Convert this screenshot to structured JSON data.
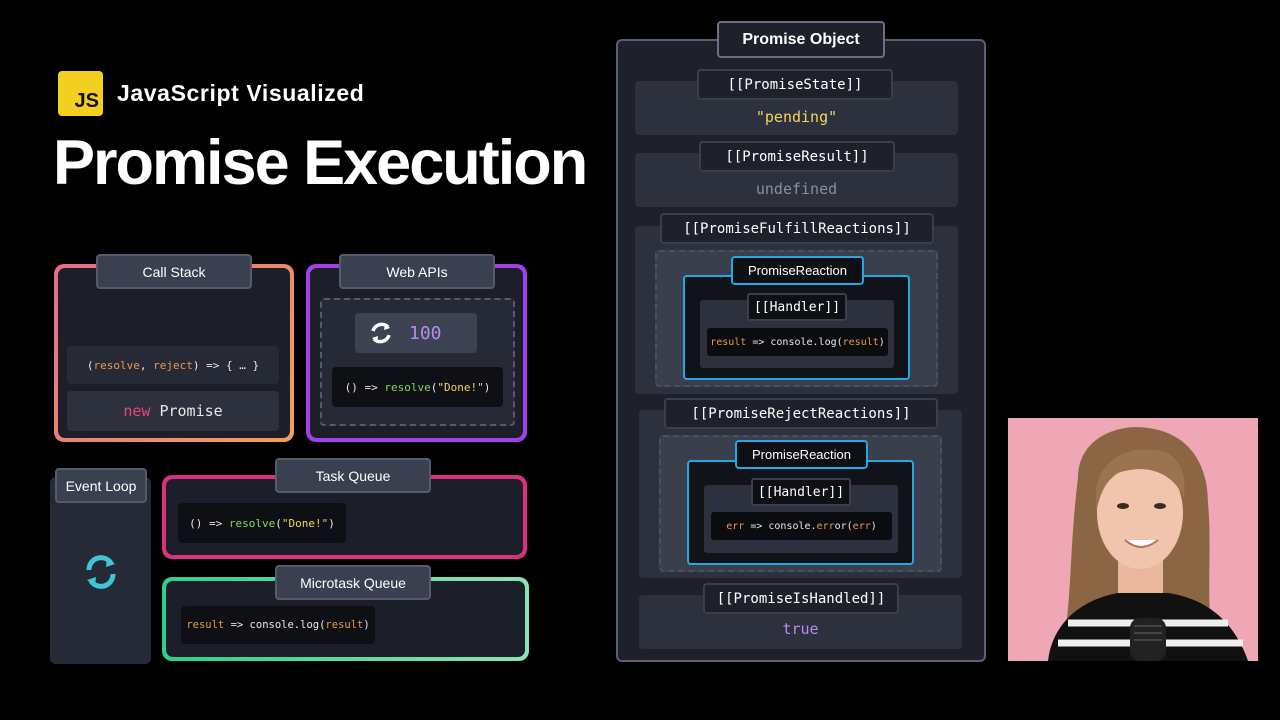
{
  "brand": {
    "logo": "JS",
    "name": "JavaScript Visualized"
  },
  "title": "Promise Execution",
  "call_stack": {
    "label": "Call Stack",
    "frames": [
      {
        "parts": [
          {
            "t": "(",
            "c": ""
          },
          {
            "t": "resolve",
            "c": "orange"
          },
          {
            "t": ", ",
            "c": ""
          },
          {
            "t": "reject",
            "c": "orange"
          },
          {
            "t": ") => { … }",
            "c": ""
          }
        ]
      },
      {
        "parts": [
          {
            "t": "new ",
            "c": "pink"
          },
          {
            "t": "Promise",
            "c": ""
          }
        ]
      }
    ]
  },
  "web_apis": {
    "label": "Web APIs",
    "timer_value": "100",
    "timer_icon": "refresh-icon",
    "callback": "() => resolve(\"Done!\")"
  },
  "event_loop": {
    "label": "Event Loop",
    "icon": "loop-icon"
  },
  "task_queue": {
    "label": "Task Queue",
    "item": "() => resolve(\"Done!\")"
  },
  "microtask_queue": {
    "label": "Microtask Queue",
    "item": "result => console.log(result)"
  },
  "promise_object": {
    "label": "Promise Object",
    "state": {
      "label": "[[PromiseState]]",
      "value": "\"pending\""
    },
    "result": {
      "label": "[[PromiseResult]]",
      "value": "undefined"
    },
    "fulfill_reactions": {
      "label": "[[PromiseFulfillReactions]]",
      "reaction_label": "PromiseReaction",
      "handler_label": "[[Handler]]",
      "handler_code": "result => console.log(result)"
    },
    "reject_reactions": {
      "label": "[[PromiseRejectReactions]]",
      "reaction_label": "PromiseReaction",
      "handler_label": "[[Handler]]",
      "handler_code": "err => console.error(err)"
    },
    "is_handled": {
      "label": "[[PromiseIsHandled]]",
      "value": "true"
    }
  },
  "colors": {
    "js_yellow": "#f3d020",
    "call_stack_border": "#e86a8a",
    "web_apis_border": "#a23fe8",
    "task_queue_border": "#d7317f",
    "microtask_queue_border": "#2fcf8a",
    "reaction_border": "#25a7e0"
  }
}
